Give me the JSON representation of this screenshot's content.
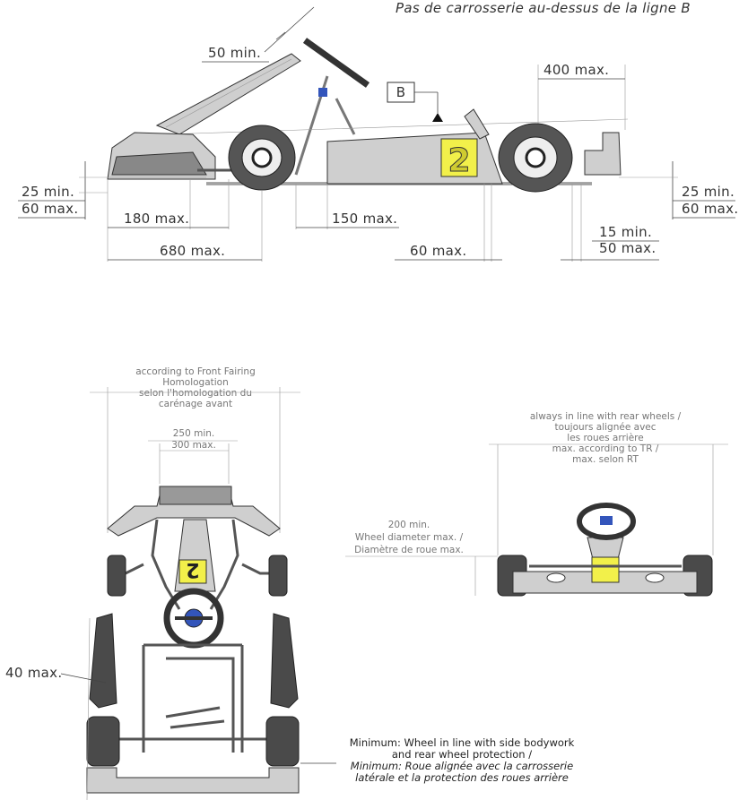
{
  "side_view": {
    "top_note": "Pas de carrosserie au-dessus de la ligne B",
    "b_label": "B",
    "dims": {
      "seat_gap": "50 min.",
      "rear_overhang": "400 max.",
      "front_ground_min": "25 min.",
      "front_ground_max": "60 max.",
      "rear_ground_min": "25 min.",
      "rear_ground_max": "60 max.",
      "front_fairing": "180 max.",
      "side_pod_gap": "150 max.",
      "front_total": "680 max.",
      "wheel_gap": "60 max.",
      "rear_gap_min": "15 min.",
      "rear_gap_max": "50 max."
    },
    "number": "2"
  },
  "top_view": {
    "front_fairing_note": [
      "according to Front Fairing",
      "Homologation",
      "selon l'homologation du",
      "carénage avant"
    ],
    "fairing_width_min": "250 min.",
    "fairing_width_max": "300 max.",
    "side_dim": "40 max.",
    "bottom_note": [
      "Minimum: Wheel in line with side bodywork",
      "and rear wheel protection /",
      "Minimum: Roue alignée avec la carrosserie",
      "latérale et la protection des roues arrière"
    ],
    "number": "2"
  },
  "rear_view": {
    "top_note": [
      "always in line with rear wheels /",
      "toujours alignée avec",
      "les roues arrière",
      "max. according to TR /",
      "max. selon RT"
    ],
    "height_note": [
      "200 min.",
      "Wheel diameter max. /",
      "Diamètre de roue max."
    ]
  }
}
